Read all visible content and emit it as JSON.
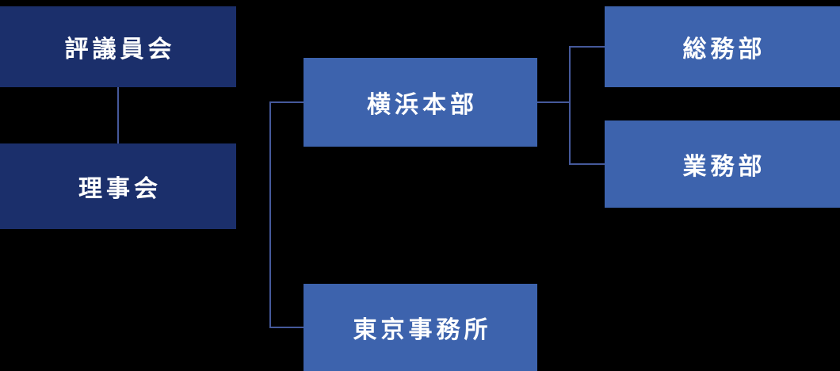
{
  "diagram": {
    "type": "org-chart",
    "nodes": {
      "hyogikai": {
        "label": "評議員会"
      },
      "rijikai": {
        "label": "理事会"
      },
      "yokohama": {
        "label": "横浜本部"
      },
      "tokyo": {
        "label": "東京事務所"
      },
      "somu": {
        "label": "総務部"
      },
      "gyomu": {
        "label": "業務部"
      }
    },
    "edges": [
      {
        "from": "hyogikai",
        "to": "rijikai"
      },
      {
        "from": "yokohama",
        "to": "tokyo"
      },
      {
        "from": "yokohama",
        "to": "somu"
      },
      {
        "from": "yokohama",
        "to": "gyomu"
      }
    ],
    "colors": {
      "background": "#000000",
      "dark_node": "#1b2f6b",
      "blue_node": "#3d63ad",
      "connector": "#45599b",
      "text": "#ffffff"
    }
  }
}
